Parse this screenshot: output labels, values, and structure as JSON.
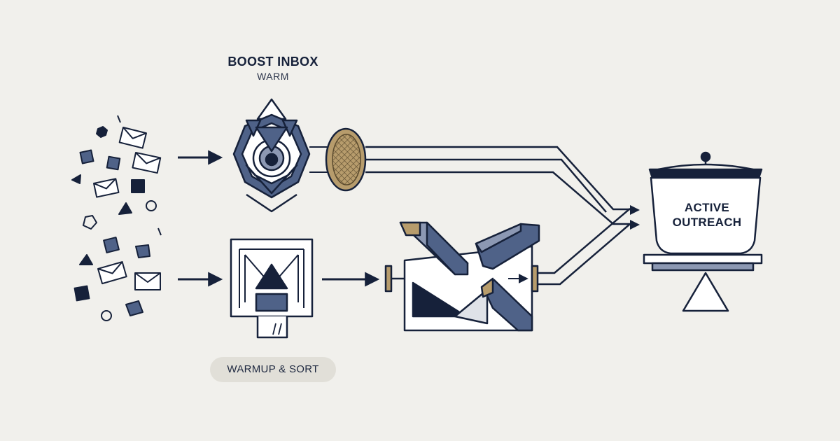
{
  "top_stage": {
    "title": "BOOST INBOX",
    "subtitle": "WARM",
    "icons": [
      "eye-icon",
      "mesh-filter-icon"
    ]
  },
  "bottom_stage": {
    "label": "WARMUP & SORT",
    "icons": [
      "funnel-box-icon",
      "sorting-machine-icon"
    ]
  },
  "destination": {
    "label_line1": "ACTIVE",
    "label_line2": "OUTREACH",
    "icons": [
      "bucket-icon",
      "scale-base-icon"
    ]
  },
  "sources": {
    "icons": [
      "envelope-icon",
      "square-icon",
      "triangle-icon",
      "circle-icon",
      "hexagon-icon"
    ]
  },
  "colors": {
    "ink": "#16213a",
    "slate": "#4f6288",
    "slate_light": "#8c98b3",
    "gold": "#b79c6c",
    "background": "#f1f0ec",
    "pill": "#e1dfd8"
  }
}
